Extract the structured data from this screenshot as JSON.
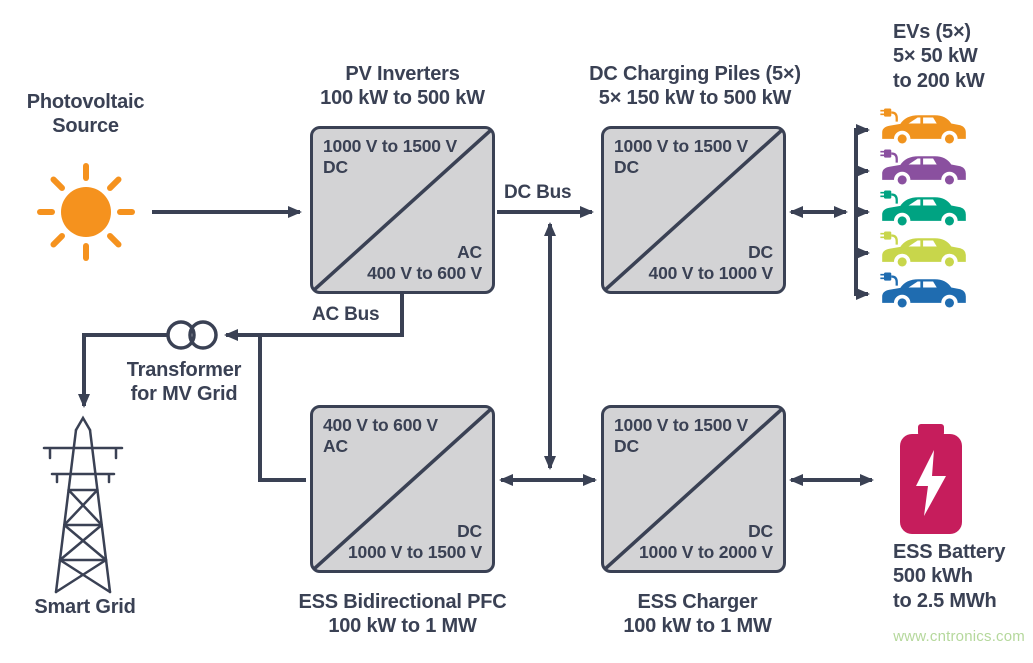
{
  "colors": {
    "ink": "#3a4154",
    "block_fill": "#d3d3d5",
    "sun": "#f5921e",
    "battery": "#c61d5c",
    "watermark": "#b5d89c",
    "cars": [
      "#f0931e",
      "#8a509f",
      "#00a382",
      "#c8d64b",
      "#1f6cb0"
    ]
  },
  "labels": {
    "pv_source": "Photovoltaic\nSource",
    "pv_title": "PV Inverters\n100 kW to 500 kW",
    "dcp_title": "DC Charging Piles (5×)\n5× 150 kW to 500 kW",
    "evs": "EVs (5×)\n5× 50 kW\nto 200 kW",
    "dc_bus": "DC Bus",
    "ac_bus": "AC Bus",
    "transformer": "Transformer\nfor MV Grid",
    "smart_grid": "Smart Grid",
    "pfc_title": "ESS Bidirectional PFC\n100 kW to 1 MW",
    "chg_title": "ESS Charger\n100 kW to 1 MW",
    "battery": "ESS Battery\n500 kWh\nto 2.5 MWh",
    "watermark": "www.cntronics.com"
  },
  "blocks": {
    "pv": {
      "top": "1000 V to 1500 V\nDC",
      "bottom": "AC\n400 V to 600 V"
    },
    "dcp": {
      "top": "1000 V to 1500 V\nDC",
      "bottom": "DC\n400 V to 1000 V"
    },
    "pfc": {
      "top": "400 V to 600 V\nAC",
      "bottom": "DC\n1000 V to 1500 V"
    },
    "chg": {
      "top": "1000 V to 1500 V\nDC",
      "bottom": "DC\n1000 V to 2000 V"
    }
  },
  "icons": {
    "sun": "photovoltaic-sun",
    "transformer": "two-winding-transformer",
    "tower": "transmission-tower",
    "car": "electric-vehicle-with-charging-plug",
    "battery": "battery-with-lightning-bolt"
  }
}
